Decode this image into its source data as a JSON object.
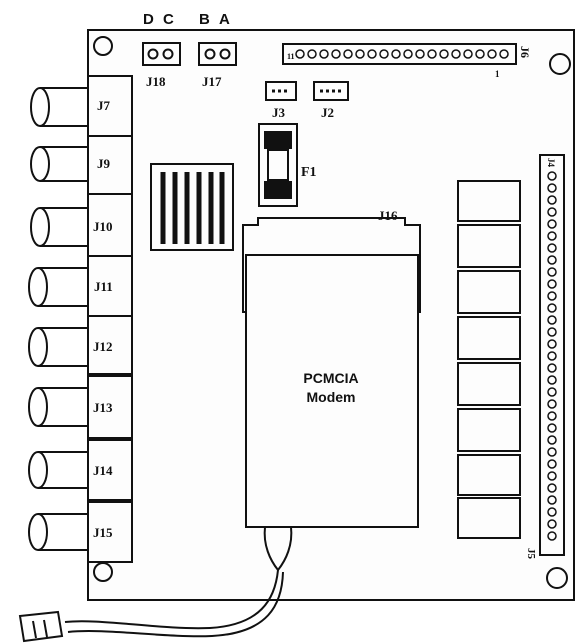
{
  "top_labels": {
    "d": "D",
    "c": "C",
    "b": "B",
    "a": "A"
  },
  "connectors": {
    "j18": "J18",
    "j17": "J17",
    "j3": "J3",
    "j2": "J2",
    "j6": "J6",
    "j6_pin_left": "11",
    "j6_pin_right": "1",
    "j4": "J4",
    "j5": "J5",
    "j16": "J16",
    "f1": "F1"
  },
  "side_jacks": [
    "J7",
    "J9",
    "J10",
    "J11",
    "J12",
    "J13",
    "J14",
    "J15"
  ],
  "modem": {
    "line1": "PCMCIA",
    "line2": "Modem"
  }
}
